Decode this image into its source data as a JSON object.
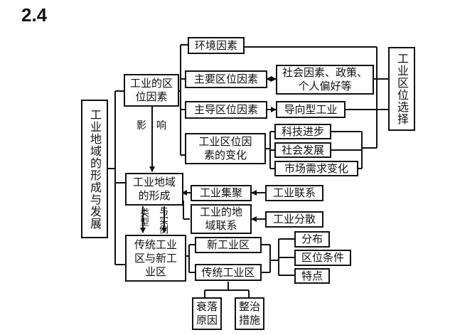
{
  "heading": "2.4",
  "nodes": {
    "formation_development": "工业地域的形成与发展",
    "location_factors": "工业的区\n位因素",
    "environment_factors": "环境因素",
    "main_location_factors": "主要区位因素",
    "social_policy": "社会因素、政策、\n个人偏好等",
    "dominant_location_factors": "主导区位因素",
    "oriented_industry": "导向型工业",
    "factor_change": "工业区位因\n素的变化",
    "tech_progress": "科技进步",
    "social_development": "社会发展",
    "market_change": "市场需求变化",
    "location_choice": "工业区位选择",
    "industrial_area_formation": "工业地域\n的形成",
    "agglomeration": "工业集聚",
    "regional_links": "工业的地\n域联系",
    "industrial_link": "工业联系",
    "dispersion": "工业分散",
    "traditional_and_new": "传统工业\n区与新工\n业区",
    "new_area": "新工业区",
    "traditional_area": "传统工业区",
    "distribution": "分布",
    "location_conditions": "区位条件",
    "characteristics": "特点",
    "decline_causes": "衰落\n原因",
    "remediation": "整治\n措施"
  },
  "labels": {
    "influence": "影　响",
    "type": "类型",
    "and_example": "与实例"
  }
}
